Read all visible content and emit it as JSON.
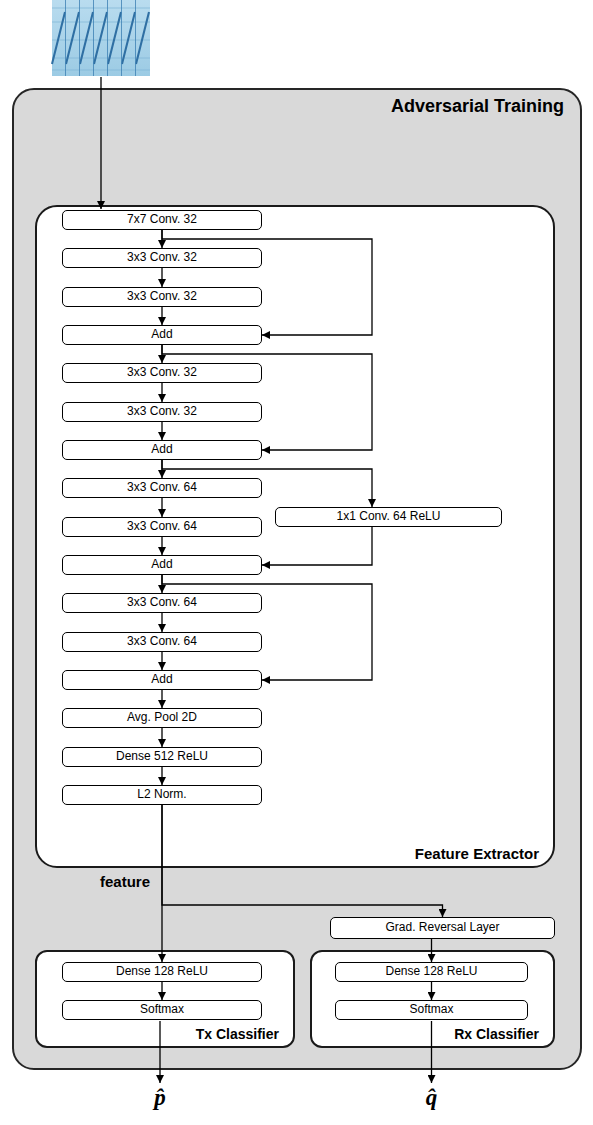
{
  "diagram": {
    "nodes": [
      {
        "text": [
          "Adversarial Training"
        ]
      },
      {
        "text": [
          "Feature Extractor"
        ],
        "in": 0
      },
      {
        "text": [
          "7x7 Conv. 32"
        ],
        "in": 1
      },
      {
        "text": [
          "3x3 Conv. 32"
        ],
        "in": 1
      },
      {
        "text": [
          "3x3 Conv. 32"
        ],
        "in": 1
      },
      {
        "text": [
          "Add"
        ],
        "in": 1
      },
      {
        "text": [
          "3x3 Conv. 32"
        ],
        "in": 1
      },
      {
        "text": [
          "3x3 Conv. 32"
        ],
        "in": 1
      },
      {
        "text": [
          "Add"
        ],
        "in": 1
      },
      {
        "text": [
          "3x3 Conv. 64"
        ],
        "in": 1
      },
      {
        "text": [
          "3x3 Conv. 64"
        ],
        "in": 1
      },
      {
        "text": [
          "1x1 Conv. 64 ReLU"
        ],
        "in": 1
      },
      {
        "text": [
          "Add"
        ],
        "in": 1
      },
      {
        "text": [
          "3x3 Conv. 64"
        ],
        "in": 1
      },
      {
        "text": [
          "3x3 Conv. 64"
        ],
        "in": 1
      },
      {
        "text": [
          "Add"
        ],
        "in": 1
      },
      {
        "text": [
          "Avg. Pool 2D"
        ],
        "in": 1
      },
      {
        "text": [
          "Dense 512 ReLU"
        ],
        "in": 1
      },
      {
        "text": [
          "L2 Norm."
        ],
        "in": 1
      },
      {
        "text": [
          "Grad. Reversal Layer"
        ],
        "in": 0
      },
      {
        "text": [
          "Tx Classifier"
        ],
        "in": 0
      },
      {
        "text": [
          "Dense 128 ReLU"
        ],
        "in": 20
      },
      {
        "text": [
          "Softmax"
        ],
        "in": 20
      },
      {
        "text": [
          "Rx Classifier"
        ],
        "in": 0
      },
      {
        "text": [
          "Dense 128 ReLU"
        ],
        "in": 23
      },
      {
        "text": [
          "Softmax"
        ],
        "in": 23
      }
    ],
    "edges": [
      {
        "from": 2,
        "to": 3,
        "arrow": "to"
      },
      {
        "from": 3,
        "to": 4,
        "arrow": "to"
      },
      {
        "from": 4,
        "to": 5,
        "arrow": "to"
      },
      {
        "from": 2,
        "to": 5,
        "arrow": "to"
      },
      {
        "from": 5,
        "to": 6,
        "arrow": "to"
      },
      {
        "from": 6,
        "to": 7,
        "arrow": "to"
      },
      {
        "from": 7,
        "to": 8,
        "arrow": "to"
      },
      {
        "from": 5,
        "to": 8,
        "arrow": "to"
      },
      {
        "from": 8,
        "to": 9,
        "arrow": "to"
      },
      {
        "from": 9,
        "to": 10,
        "arrow": "to"
      },
      {
        "from": 10,
        "to": 12,
        "arrow": "to"
      },
      {
        "from": 8,
        "to": 11,
        "arrow": "to"
      },
      {
        "from": 11,
        "to": 12,
        "arrow": "to"
      },
      {
        "from": 12,
        "to": 13,
        "arrow": "to"
      },
      {
        "from": 13,
        "to": 14,
        "arrow": "to"
      },
      {
        "from": 14,
        "to": 15,
        "arrow": "to"
      },
      {
        "from": 12,
        "to": 15,
        "arrow": "to"
      },
      {
        "from": 15,
        "to": 16,
        "arrow": "to"
      },
      {
        "from": 16,
        "to": 17,
        "arrow": "to"
      },
      {
        "from": 17,
        "to": 18,
        "arrow": "to"
      },
      {
        "from": 18,
        "to": 21,
        "arrow": "to"
      },
      {
        "from": 18,
        "to": 19,
        "arrow": "to"
      },
      {
        "from": 19,
        "to": 24,
        "arrow": "to"
      },
      {
        "from": 21,
        "to": 22,
        "arrow": "to"
      },
      {
        "from": 24,
        "to": 25,
        "arrow": "to"
      }
    ],
    "labels": [
      "feature",
      "p̂",
      "q̂"
    ]
  }
}
